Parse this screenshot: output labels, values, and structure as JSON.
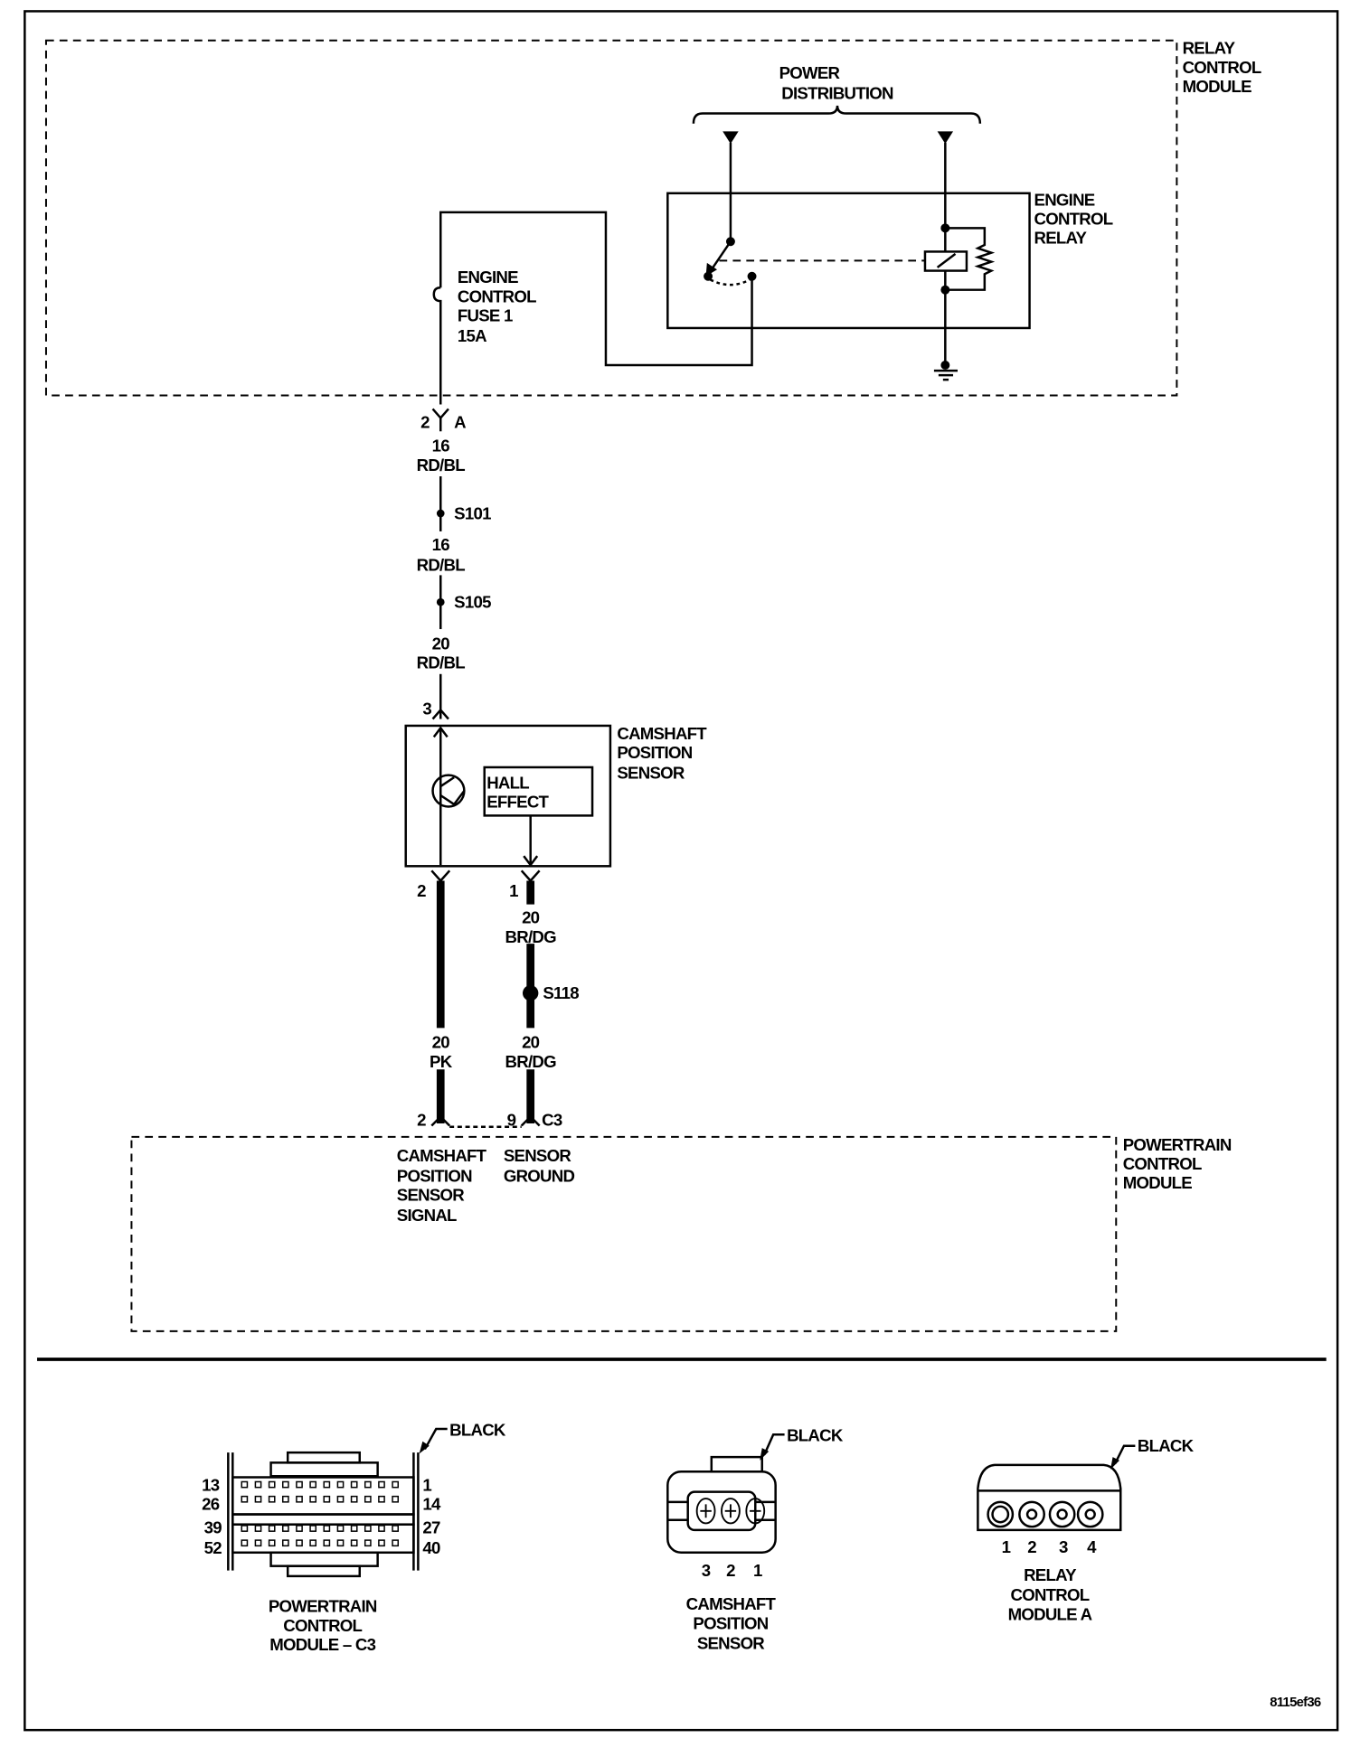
{
  "relay_control_module": {
    "label": [
      "RELAY",
      "CONTROL",
      "MODULE"
    ]
  },
  "power_distribution": {
    "label": [
      "POWER",
      "DISTRIBUTION"
    ]
  },
  "engine_control_relay": {
    "label": [
      "ENGINE",
      "CONTROL",
      "RELAY"
    ]
  },
  "fuse": {
    "label": [
      "ENGINE",
      "CONTROL",
      "FUSE 1",
      "15A"
    ]
  },
  "connector_a": {
    "pin": "2",
    "name": "A"
  },
  "wires": [
    {
      "gauge": "16",
      "color": "RD/BL"
    },
    {
      "gauge": "16",
      "color": "RD/BL"
    },
    {
      "gauge": "20",
      "color": "RD/BL"
    },
    {
      "gauge": "20",
      "color": "BR/DG"
    },
    {
      "gauge": "20",
      "color": "PK"
    },
    {
      "gauge": "20",
      "color": "BR/DG"
    }
  ],
  "splices": [
    "S101",
    "S105",
    "S118"
  ],
  "camshaft_sensor": {
    "label": [
      "CAMSHAFT",
      "POSITION",
      "SENSOR"
    ],
    "inner_label": [
      "HALL",
      "EFFECT"
    ],
    "pin_top": "3",
    "pin_left": "2",
    "pin_right": "1"
  },
  "pcm": {
    "label": [
      "POWERTRAIN",
      "CONTROL",
      "MODULE"
    ],
    "pin_signal": "2",
    "pin_ground": "9",
    "connector": "C3",
    "signal_label": [
      "CAMSHAFT",
      "POSITION",
      "SENSOR",
      "SIGNAL"
    ],
    "ground_label": [
      "SENSOR",
      "GROUND"
    ]
  },
  "connector_views": [
    {
      "color": "BLACK",
      "pins_left": [
        "13",
        "26",
        "39",
        "52"
      ],
      "pins_right": [
        "1",
        "14",
        "27",
        "40"
      ],
      "label": [
        "POWERTRAIN",
        "CONTROL",
        "MODULE – C3"
      ]
    },
    {
      "color": "BLACK",
      "pins": [
        "3",
        "2",
        "1"
      ],
      "label": [
        "CAMSHAFT",
        "POSITION",
        "SENSOR"
      ]
    },
    {
      "color": "BLACK",
      "pins": [
        "1",
        "2",
        "3",
        "4"
      ],
      "label": [
        "RELAY",
        "CONTROL",
        "MODULE A"
      ]
    }
  ],
  "figure_id": "8115ef36"
}
